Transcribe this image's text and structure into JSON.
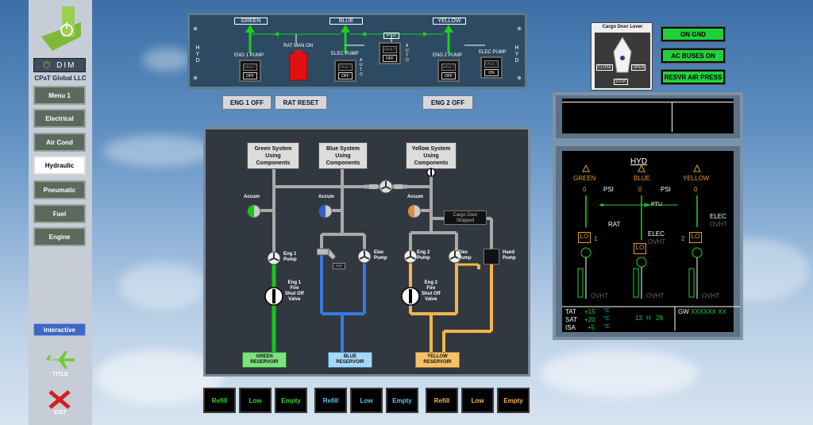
{
  "sidebar": {
    "dim_label": "DIM",
    "company": "CPaT Global LLC",
    "menu": [
      {
        "label": "Menu 1"
      },
      {
        "label": "Electrical"
      },
      {
        "label": "Air Cond"
      },
      {
        "label": "Hydraulic",
        "active": true
      },
      {
        "label": "Pneumatic"
      },
      {
        "label": "Fuel"
      },
      {
        "label": "Engine"
      }
    ],
    "interactive_label": "Interactive",
    "title_label": "TITLE",
    "exit_label": "EXIT"
  },
  "overhead": {
    "green_label": "GREEN",
    "blue_label": "BLUE",
    "yellow_label": "YELLOW",
    "hyd_letters": [
      "H",
      "Y",
      "D"
    ],
    "rat_man_on": "RAT MAN ON",
    "ptu": "PTU",
    "eng1_pump": "ENG 1 PUMP",
    "eng2_pump": "ENG 2 PUMP",
    "blue_elec_pump": "ELEC PUMP",
    "yellow_elec_pump": "ELEC PUMP",
    "fault": "FAULT",
    "off": "OFF",
    "on": "ON",
    "auto": [
      "A",
      "U",
      "T",
      "O"
    ]
  },
  "actions": {
    "eng1_off": "ENG 1 OFF",
    "rat_reset": "RAT RESET",
    "eng2_off": "ENG 2 OFF"
  },
  "cargo": {
    "title": "Cargo Door Lever",
    "close": "CLOSE",
    "open": "OPEN",
    "stop": "STOP"
  },
  "status_buttons": [
    "ON GND",
    "AC BUSES ON",
    "RESVR AIR PRESS"
  ],
  "schematic": {
    "green_box": [
      "Green System",
      "Using",
      "Components"
    ],
    "blue_box": [
      "Blue System",
      "Using",
      "Components"
    ],
    "yellow_box": [
      "Yellow System",
      "Using",
      "Components"
    ],
    "accum": "Accum",
    "eng1_pump": [
      "Eng 1",
      "Pump"
    ],
    "eng2_pump": [
      "Eng 2",
      "Pump"
    ],
    "elec_pump": [
      "Elec",
      "Pump"
    ],
    "hand_pump": [
      "Hand",
      "Pump"
    ],
    "eng1_valve": [
      "Eng 1",
      "Fire",
      "Shut Off",
      "Valve"
    ],
    "eng2_valve": [
      "Eng 2",
      "Fire",
      "Shut Off",
      "Valve"
    ],
    "cargo_door": [
      "Cargo Door",
      "Stopped"
    ],
    "rat": "RAT",
    "green_reservoir": [
      "GREEN",
      "RESERVOIR"
    ],
    "blue_reservoir": [
      "BLUE",
      "RESERVOIR"
    ],
    "yellow_reservoir": [
      "YELLOW",
      "RESERVOIR"
    ],
    "colors": {
      "green": "#19c41b",
      "blue": "#3a78e0",
      "yellow": "#f5b54a",
      "grey": "#a9a9a9"
    }
  },
  "bottom_buttons": {
    "green": [
      "Refill",
      "Low",
      "Empty"
    ],
    "blue": [
      "Refill",
      "Low",
      "Empty"
    ],
    "yellow": [
      "Refill",
      "Low",
      "Empty"
    ]
  },
  "ecam": {
    "title": "HYD",
    "green": "GREEN",
    "blue": "BLUE",
    "yellow": "YELLOW",
    "green_psi": "0",
    "blue_psi": "0",
    "yellow_psi": "0",
    "psi": "PSI",
    "ptu": "PTU",
    "rat": "RAT",
    "elec": "ELEC",
    "ovht": "OVHT",
    "lo": "LO",
    "eng1": "1",
    "eng2": "2",
    "tat_label": "TAT",
    "tat_val": "+15",
    "sat_label": "SAT",
    "sat_val": "+20",
    "isa_label": "ISA",
    "isa_val": "+5",
    "deg_c": "°C",
    "time_h": "13",
    "h": "H",
    "time_m": "28",
    "gw_label": "GW",
    "gw_val": "XXXXXX XX"
  }
}
